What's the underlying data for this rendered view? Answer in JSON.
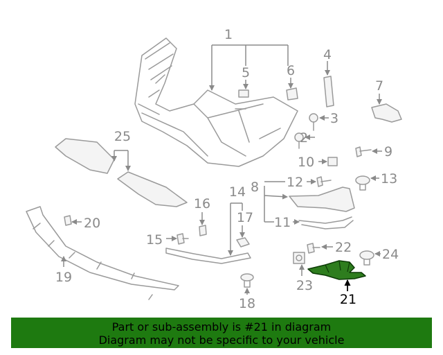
{
  "diagram": {
    "highlight_part": "21",
    "highlight_color": "#1e7a10",
    "labels": [
      "1",
      "2",
      "3",
      "4",
      "5",
      "6",
      "7",
      "8",
      "9",
      "10",
      "11",
      "12",
      "13",
      "14",
      "15",
      "16",
      "17",
      "18",
      "19",
      "20",
      "21",
      "22",
      "23",
      "24",
      "25"
    ]
  },
  "banner": {
    "line1": "Part or sub-assembly is #21 in diagram",
    "line2": "Diagram may not be specific to your vehicle",
    "background": "#1e7a10"
  }
}
